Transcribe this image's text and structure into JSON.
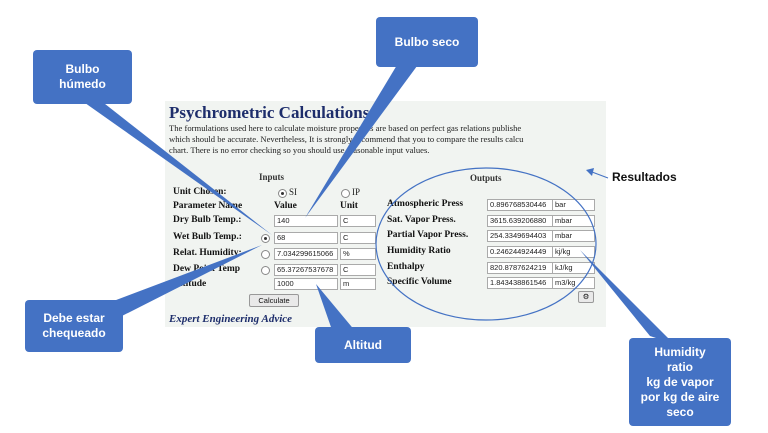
{
  "title": "Psychrometric Calculations",
  "intro_lines": [
    "The formulations used here to calculate moisture properties are based on perfect gas relations publishe",
    "which should be accurate. Nevertheless, It is strongly recommend that you to compare the results calcu",
    "chart. There is no error checking so you should use reasonable input values."
  ],
  "inputs": {
    "heading": "Inputs",
    "unit_chosen_label": "Unit Chosen:",
    "si_label": "SI",
    "ip_label": "IP",
    "param_header": "Parameter Name",
    "value_header": "Value",
    "unit_header": "Unit",
    "rows": [
      {
        "label": "Dry Bulb Temp.:",
        "value": "140",
        "unit": "C"
      },
      {
        "label": "Wet Bulb Temp.:",
        "value": "68",
        "unit": "C"
      },
      {
        "label": "Relat. Humidity:",
        "value": "7.034299615066",
        "unit": "%"
      },
      {
        "label": "Dew Point Temp",
        "value": "65.37267537678",
        "unit": "C"
      },
      {
        "label": "Altitude",
        "value": "1000",
        "unit": "m"
      }
    ],
    "calculate_label": "Calculate"
  },
  "outputs": {
    "heading": "Outputs",
    "rows": [
      {
        "label": "Atmospheric Press",
        "value": "0.896768530446",
        "unit": "bar"
      },
      {
        "label": "Sat. Vapor Press.",
        "value": "3615.639206880",
        "unit": "mbar"
      },
      {
        "label": "Partial Vapor Press.",
        "value": "254.3349694403",
        "unit": "mbar"
      },
      {
        "label": "Humidity Ratio",
        "value": "0.246244924449",
        "unit": "kj/kg"
      },
      {
        "label": "Enthalpy",
        "value": "820.8787624219",
        "unit": "kJ/kg"
      },
      {
        "label": "Specific Volume",
        "value": "1.843438861546",
        "unit": "m3/kg"
      }
    ]
  },
  "footer": "Expert Engineering Advice",
  "annotations": {
    "bulbo_humedo": [
      "Bulbo",
      "húmedo"
    ],
    "bulbo_seco": "Bulbo seco",
    "resultados": "Resultados",
    "debe_estar": [
      "Debe estar",
      "chequeado"
    ],
    "altitud": "Altitud",
    "humidity_ratio": [
      "Humidity",
      "ratio",
      "kg de vapor",
      "por kg de aire",
      "seco"
    ]
  },
  "colors": {
    "callout": "#4472c4",
    "title": "#1d2d6b",
    "panel": "#f1f4f1"
  }
}
